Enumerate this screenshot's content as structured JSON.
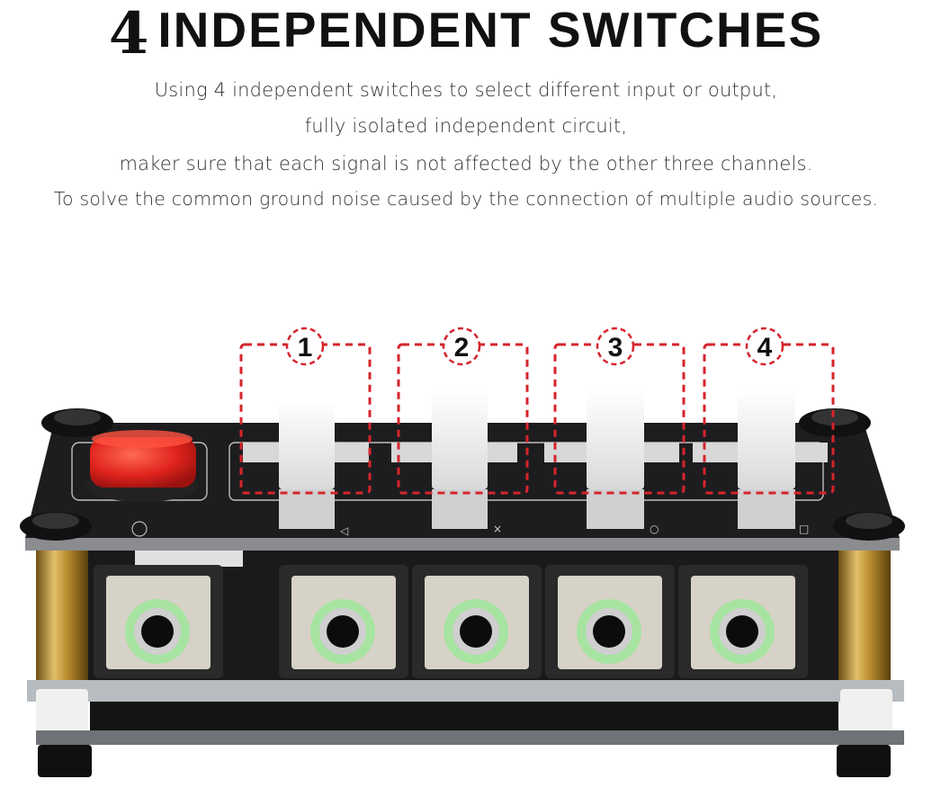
{
  "heading": {
    "number": "4",
    "title": "INDEPENDENT SWITCHES"
  },
  "description": [
    "Using 4 independent switches to select different input or output,",
    "fully isolated independent circuit,",
    "maker sure that each signal is not affected by the other three channels.",
    "To solve the common ground noise caused by the connection of multiple audio sources."
  ],
  "switch_callouts": [
    "1",
    "2",
    "3",
    "4"
  ],
  "colors": {
    "callout": "#d6242b",
    "button": "#e0231d",
    "jack_ring": "#a7e3a1",
    "panel": "#1d1d1f"
  }
}
